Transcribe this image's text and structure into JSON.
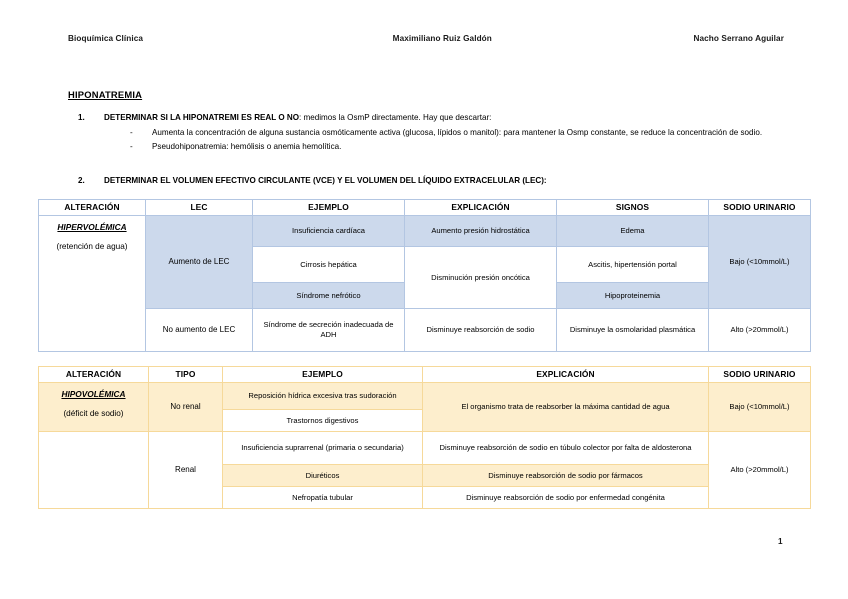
{
  "header": {
    "left": "Bioquímica Clínica",
    "center": "Maximiliano Ruiz Galdón",
    "right": "Nacho Serrano Aguilar"
  },
  "section_title": "HIPONATREMIA",
  "list": {
    "item1": {
      "marker": "1.",
      "lead": "DETERMINAR SI LA HIPONATREMI ES REAL O NO",
      "rest": ": medimos la OsmP directamente. Hay que descartar:",
      "sub": [
        {
          "marker": "-",
          "text": "Aumenta la concentración de alguna sustancia osmóticamente activa (glucosa, lípidos o manitol): para mantener la Osmp constante, se reduce la concentración de sodio."
        },
        {
          "marker": "-",
          "text": "Pseudohiponatremia: hemólisis o anemia hemolítica."
        }
      ]
    },
    "item2": {
      "marker": "2.",
      "text": "DETERMINAR EL VOLUMEN EFECTIVO CIRCULANTE (VCE) Y EL VOLUMEN DEL LÍQUIDO EXTRACELULAR (LEC):"
    }
  },
  "table1": {
    "theme_color": "#ccd9ec",
    "border_color": "#b3c6e2",
    "headers": [
      "ALTERACIÓN",
      "LEC",
      "EJEMPLO",
      "EXPLICACIÓN",
      "SIGNOS",
      "SODIO URINARIO"
    ],
    "alteracion_name": "HIPERVOLÉMICA",
    "alteracion_sub": "(retención de agua)",
    "lec_1": "Aumento de LEC",
    "lec_2": "No aumento de LEC",
    "ejemplo_1": "Insuficiencia cardíaca",
    "ejemplo_2": "Cirrosis hepática",
    "ejemplo_3": "Síndrome nefrótico",
    "ejemplo_4": "Síndrome de secreción inadecuada de ADH",
    "explicacion_1": "Aumento presión hidrostática",
    "explicacion_2": "Disminución presión oncótica",
    "explicacion_3": "Disminuye reabsorción de sodio",
    "signos_1": "Edema",
    "signos_2": "Ascitis, hipertensión portal",
    "signos_3": "Hipoproteinemia",
    "signos_4": "Disminuye la osmolaridad plasmática",
    "sodio_1": "Bajo (<10mmol/L)",
    "sodio_2": "Alto (>20mmol/L)"
  },
  "table2": {
    "theme_color": "#fdeecd",
    "border_color": "#f6d99a",
    "headers": [
      "ALTERACIÓN",
      "TIPO",
      "EJEMPLO",
      "EXPLICACIÓN",
      "SODIO URINARIO"
    ],
    "alteracion_name": "HIPOVOLÉMICA",
    "alteracion_sub": "(déficit de sodio)",
    "tipo_1": "No renal",
    "tipo_2": "Renal",
    "ejemplo_1": "Reposición hídrica excesiva tras sudoración",
    "ejemplo_2": "Trastornos digestivos",
    "ejemplo_3": "Insuficiencia suprarrenal (primaria o secundaria)",
    "ejemplo_4": "Diuréticos",
    "ejemplo_5": "Nefropatía tubular",
    "explicacion_1": "El organismo trata de reabsorber la máxima cantidad de agua",
    "explicacion_2": "Disminuye reabsorción de sodio en túbulo colector por falta de aldosterona",
    "explicacion_3": "Disminuye reabsorción de sodio por fármacos",
    "explicacion_4": "Disminuye reabsorción de sodio por enfermedad congénita",
    "sodio_1": "Bajo (<10mmol/L)",
    "sodio_2": "Alto (>20mmol/L)"
  },
  "page_number": "1"
}
